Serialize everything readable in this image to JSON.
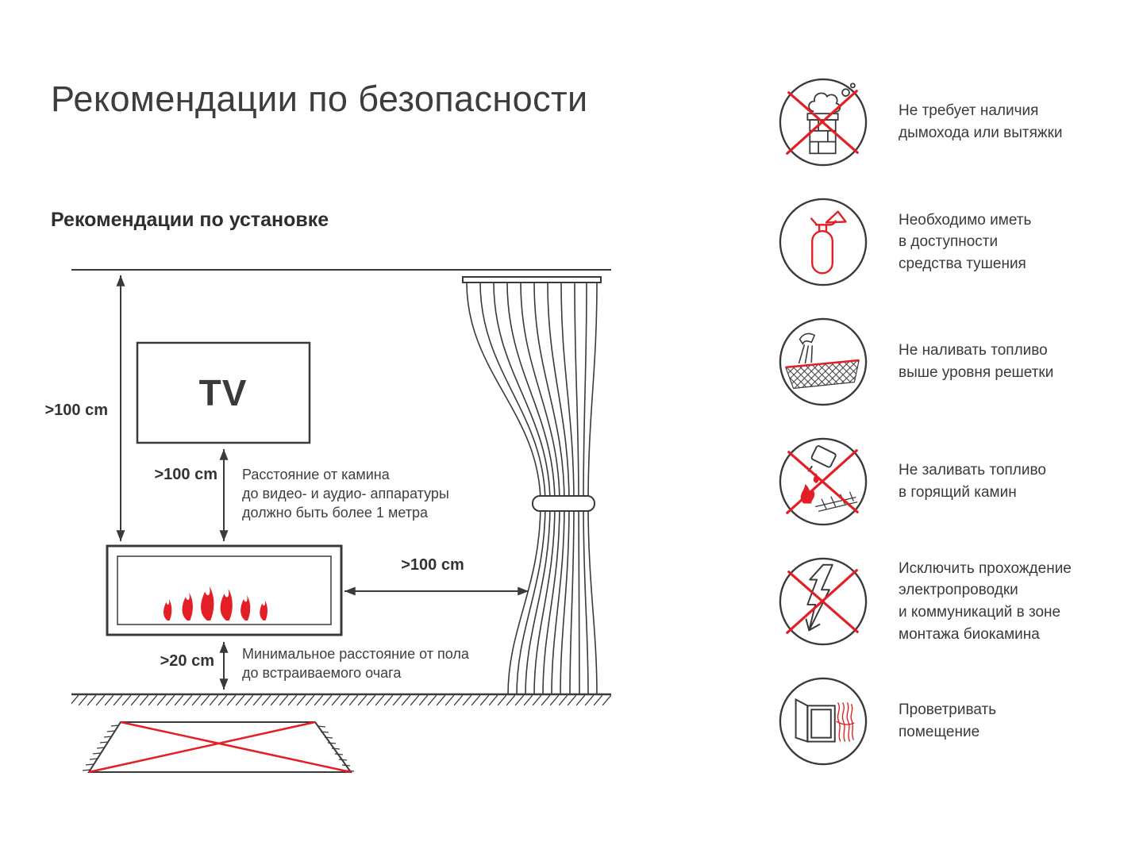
{
  "colors": {
    "ink": "#3a3a3a",
    "red": "#e31e24"
  },
  "header": {
    "title": "Рекомендации по безопасности",
    "subtitle": "Рекомендации по установке"
  },
  "diagram": {
    "tv_label": "TV",
    "dims": {
      "wall_clearance": ">100 cm",
      "tv_clearance": ">100 cm",
      "curtain_clearance": ">100 cm",
      "floor_clearance": ">20 cm"
    },
    "notes": {
      "tv": "Расстояние от камина\nдо видео- и аудио- аппаратуры\nдолжно быть более 1 метра",
      "floor": "Минимальное расстояние от пола\nдо встраиваемого очага"
    }
  },
  "safety": {
    "items": [
      {
        "icon": "no-chimney-icon",
        "text": "Не требует наличия\nдымохода или вытяжки"
      },
      {
        "icon": "fire-extinguisher-icon",
        "text": "Необходимо иметь\nв доступности\nсредства тушения"
      },
      {
        "icon": "fuel-level-icon",
        "text": "Не наливать топливо\nвыше уровня решетки"
      },
      {
        "icon": "no-refuel-burning-icon",
        "text": "Не заливать топливо\nв горящий камин"
      },
      {
        "icon": "no-electrical-wiring-icon",
        "text": "Исключить прохождение\nэлектропроводки\nи коммуникаций в зоне\nмонтажа биокамина"
      },
      {
        "icon": "ventilate-room-icon",
        "text": "Проветривать\nпомещение"
      }
    ]
  }
}
